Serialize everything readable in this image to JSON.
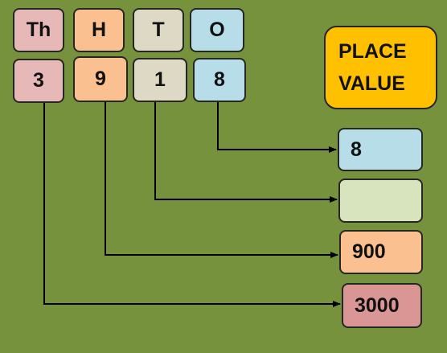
{
  "colors": {
    "background": "#76923c",
    "thousands": "#e6b9b8",
    "hundreds": "#fac090",
    "tens": "#ddd9c4",
    "ones": "#b7dee8",
    "title": "#ffc000",
    "result_tens": "#d7e4bd",
    "result_thousands": "#d99694"
  },
  "headers": {
    "thousands": "Th",
    "hundreds": "H",
    "tens": "T",
    "ones": "O"
  },
  "digits": {
    "thousands": "3",
    "hundreds": "9",
    "tens": "1",
    "ones": "8"
  },
  "title": {
    "line1": "PLACE",
    "line2": "VALUE"
  },
  "place_values": {
    "ones": "8",
    "tens": "",
    "hundreds": "900",
    "thousands": "3000"
  }
}
